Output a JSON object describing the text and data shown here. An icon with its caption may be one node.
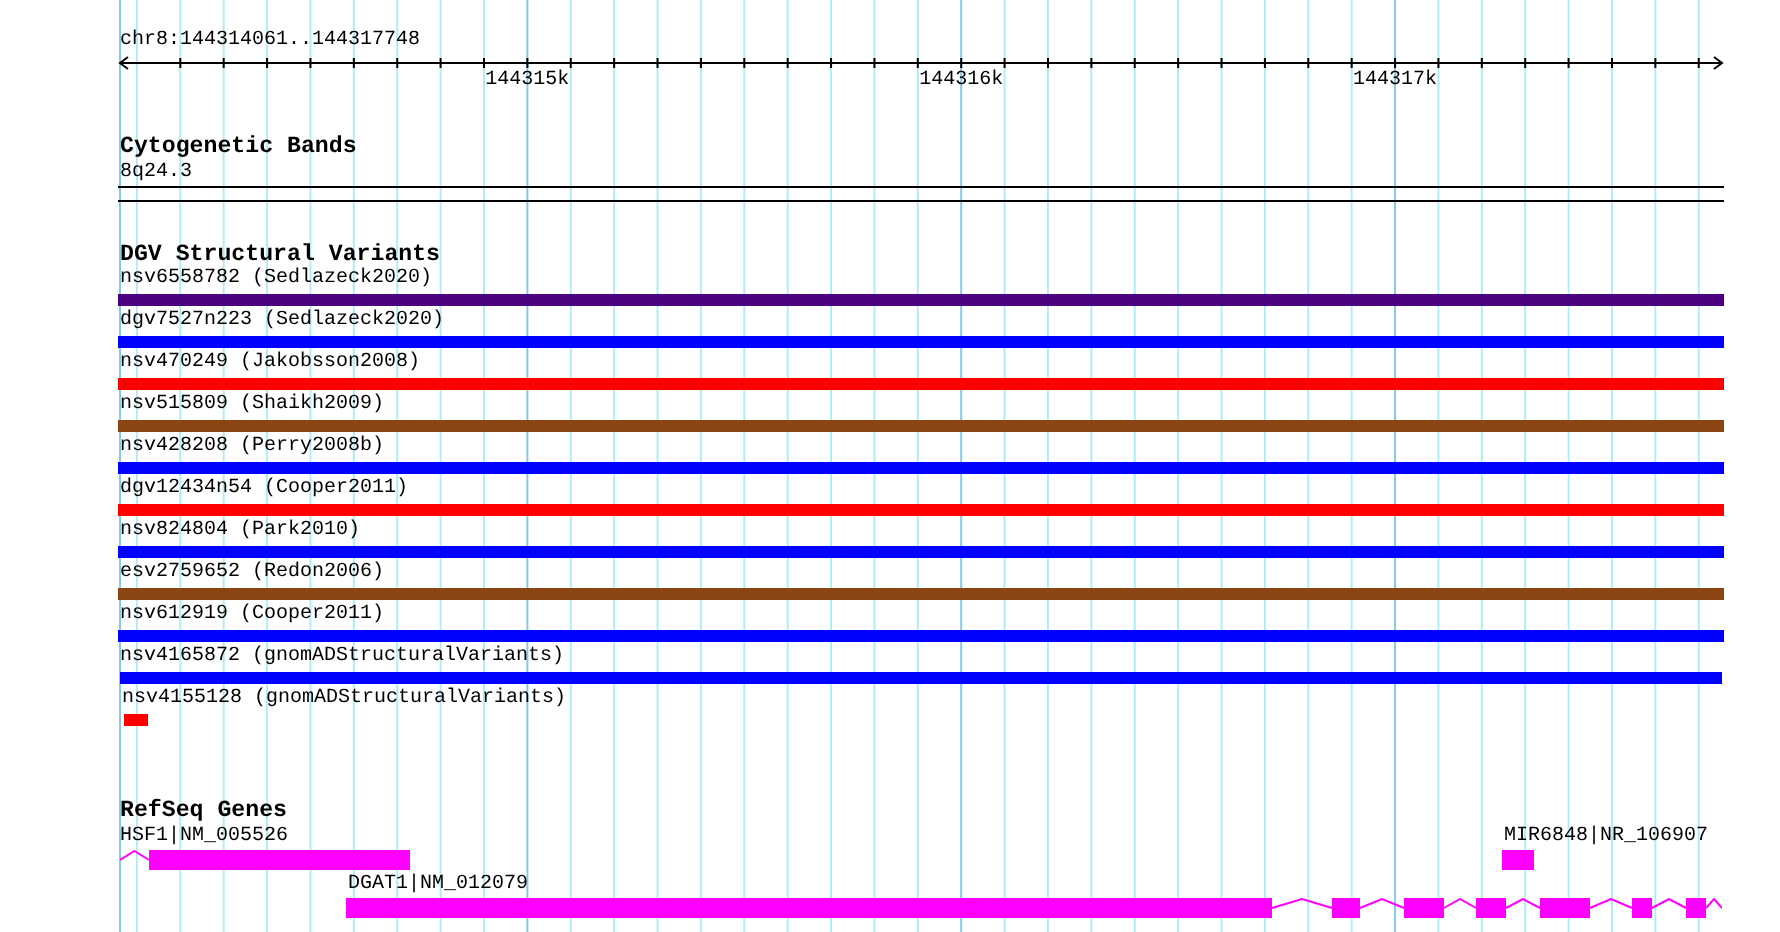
{
  "diagram": {
    "nodes": [
      {
        "text": [
          "8q24.3"
        ]
      },
      {
        "text": [
          "nsv6558782 (Sedlazeck2020)"
        ]
      },
      {
        "text": [
          "dgv7527n223 (Sedlazeck2020)"
        ]
      },
      {
        "text": [
          "nsv470249 (Jakobsson2008)"
        ]
      },
      {
        "text": [
          "nsv515809 (Shaikh2009)"
        ]
      },
      {
        "text": [
          "nsv428208 (Perry2008b)"
        ]
      },
      {
        "text": [
          "dgv12434n54 (Cooper2011)"
        ]
      },
      {
        "text": [
          "nsv824804 (Park2010)"
        ]
      },
      {
        "text": [
          "esv2759652 (Redon2006)"
        ]
      },
      {
        "text": [
          "nsv612919 (Cooper2011)"
        ]
      },
      {
        "text": [
          "nsv4165872 (gnomADStructuralVariants)"
        ]
      },
      {
        "text": [
          "nsv4155128 (gnomADStructuralVariants)"
        ]
      },
      {
        "text": [
          "HSF1|NM_005526"
        ]
      },
      {
        "text": [
          "MIR6848|NR_106907"
        ]
      },
      {
        "text": [
          "DGAT1|NM_012079"
        ]
      }
    ],
    "labels": [
      "chr8:144314061..144317748",
      "144315k",
      "144316k",
      "144317k",
      "Cytogenetic Bands",
      "DGV Structural Variants",
      "RefSeq Genes"
    ]
  }
}
